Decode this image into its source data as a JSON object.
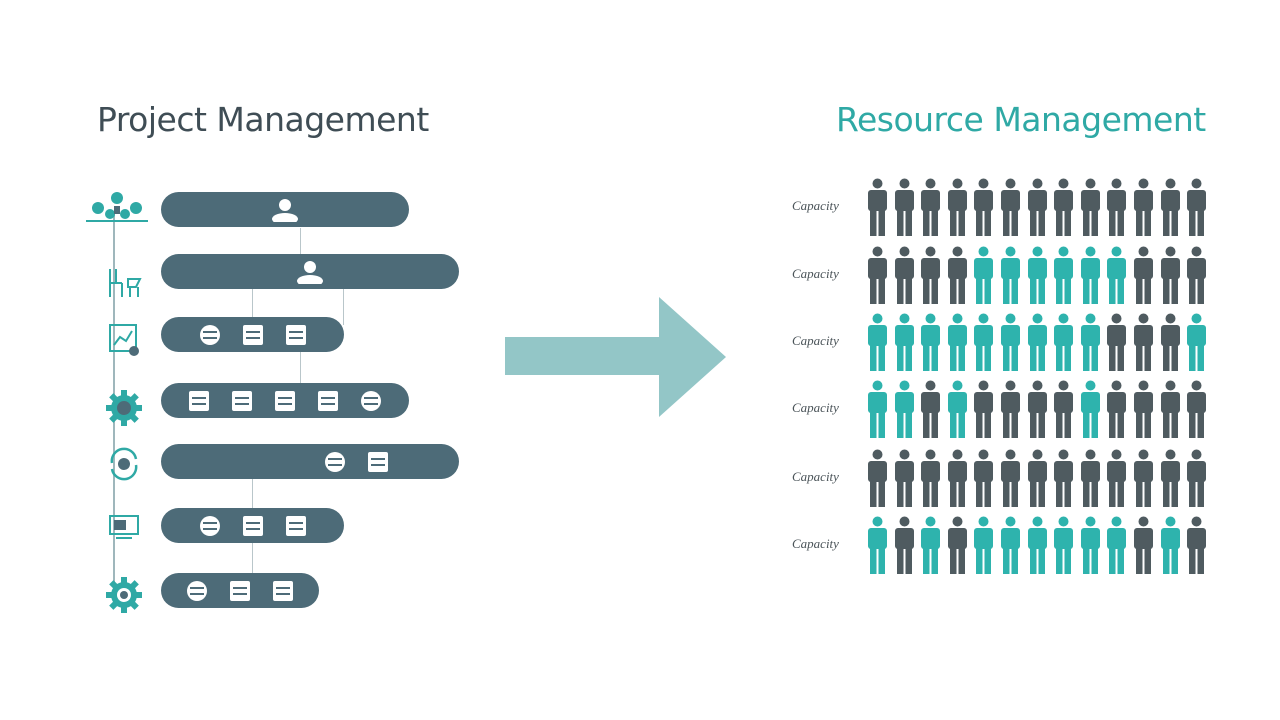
{
  "left": {
    "title": "Project Management",
    "rows": [
      {
        "icon": "team-network-icon",
        "bar_icons": [
          "person"
        ]
      },
      {
        "icon": "chair-desk-icon",
        "bar_icons": [
          "person"
        ]
      },
      {
        "icon": "chart-doc-icon",
        "bar_icons": [
          "doc-round",
          "doc",
          "doc"
        ]
      },
      {
        "icon": "gear-icon",
        "bar_icons": [
          "doc",
          "doc",
          "doc",
          "doc",
          "doc-round"
        ]
      },
      {
        "icon": "cycle-icon",
        "bar_icons": [
          "doc-round",
          "doc"
        ]
      },
      {
        "icon": "monitor-icon",
        "bar_icons": [
          "doc-round",
          "doc",
          "doc"
        ]
      },
      {
        "icon": "gear-icon",
        "bar_icons": [
          "doc-round",
          "doc",
          "doc"
        ]
      }
    ]
  },
  "arrow": {
    "icon": "right-arrow-icon",
    "color": "#93c6c7"
  },
  "right": {
    "title": "Resource Management",
    "colors": {
      "gray": "#4f5b60",
      "teal": "#2eb3ad"
    },
    "rows": [
      {
        "label": "Capacity",
        "pattern": "GGGGGGGGGGGGG"
      },
      {
        "label": "Capacity",
        "pattern": "GGGGTTTTTTGGG"
      },
      {
        "label": "Capacity",
        "pattern": "TTTTTTTTTGGGT"
      },
      {
        "label": "Capacity",
        "pattern": "TTGTGGGGTGGGG"
      },
      {
        "label": "Capacity",
        "pattern": "GGGGGGGGGGGGG"
      },
      {
        "label": "Capacity",
        "pattern": "TGTGTTTTTTGTG"
      }
    ]
  }
}
